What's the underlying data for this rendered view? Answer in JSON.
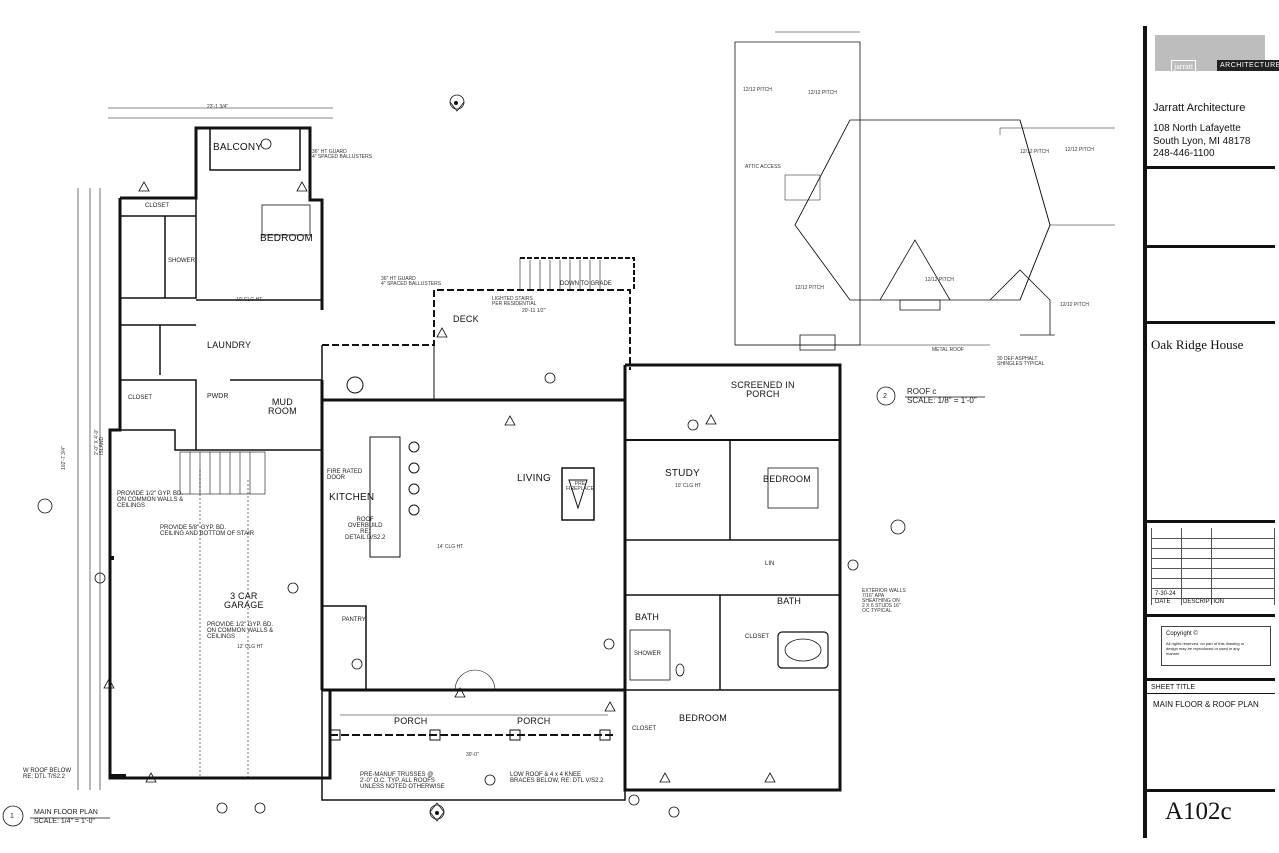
{
  "rooms": {
    "balcony": "BALCONY",
    "bedroom_top": "BEDROOM",
    "closet_top": "CLOSET",
    "shower_top": "SHOWER",
    "laundry": "LAUNDRY",
    "pwdr": "PWDR",
    "mud_room": "MUD\nROOM",
    "closet_left": "CLOSET",
    "deck": "DECK",
    "kitchen": "KITCHEN",
    "living": "LIVING",
    "study": "STUDY",
    "screened_porch": "SCREENED IN\nPORCH",
    "bedroom_right": "BEDROOM",
    "bath_left": "BATH",
    "bath_right": "BATH",
    "shower_mid": "SHOWER",
    "closet_right": "CLOSET",
    "bedroom_bottom": "BEDROOM",
    "closet_bottom": "CLOSET",
    "garage": "3 CAR\nGARAGE",
    "pantry": "PANTRY",
    "porch_left": "PORCH",
    "porch_right": "PORCH",
    "lin": "LIN",
    "island": "2'-0\" X 4'-0\"\nISLAND"
  },
  "notes": {
    "gyp_common": "PROVIDE 1/2\" GYP. BD.\nON COMMON WALLS &\nCEILINGS",
    "gyp_stair": "PROVIDE 5/8\" GYP. BD.\nCEILING AND BOTTOM OF STAIR",
    "gyp_garage": "PROVIDE 1/2\" GYP. BD.\nON COMMON WALLS &\nCEILINGS",
    "fire_door": "FIRE RATED\nDOOR",
    "roof_overbuild": "ROOF\nOVERBUILD\nRE:\nDETAIL D/S2.2",
    "down_to_grade": "DOWN TO GRADE",
    "trusses": "PRE-MANUF TRUSSES @\n2'-0\" O.C. TYP. ALL ROOFS\nUNLESS NOTED OTHERWISE",
    "low_roof": "LOW ROOF & 4 x 4 KNEE\nBRACES BELOW, RE: DTL V/S2.2",
    "new_roof_below": "W ROOF BELOW\nRE: DTL T/S2.2",
    "ext_walls": "EXTERIOR WALLS\n7/16\" APA\nSHEATHING ON\n2 X 6 STUDS 16\"\nOC TYPICAL",
    "metal_roof": "METAL ROOF",
    "asphalt": "30 DEF ASPHALT\nSHINGLES TYPICAL",
    "attic_access": "ATTIC ACCESS",
    "pitch": "12/12 PITCH",
    "clg_ht_10": "10' CLG HT",
    "clg_ht_12": "12' CLG HT",
    "clg_ht_14": "14' CLG HT",
    "lighted_stairs": "LIGHTED STAIRS\nPER RESIDENTIAL",
    "deck_dim": "20'-11 1/2\"",
    "overall_dim": "23'-1 3/4\"",
    "height_note": "36\" HT GUARD\n4\" SPACED BALLUSTERS",
    "overall_side": "102'-7 3/4\"",
    "bottom_dim": "30'-0\"",
    "fireplace": "PRE\nFIREPLACE"
  },
  "plan_titles": {
    "main_num": "1",
    "main_title": "MAIN FLOOR PLAN",
    "main_scale": "SCALE: 1/4\"  =  1'-0\"",
    "roof_num": "2",
    "roof_title": "ROOF c",
    "roof_scale": "SCALE: 1/8\"  =  1'-0\""
  },
  "title_block": {
    "logo_name": "jarratt",
    "logo_arch": "ARCHITECTURE",
    "firm": "Jarratt Architecture",
    "address1": "108 North Lafayette",
    "address2": "South Lyon, MI 48178",
    "phone": "248-446-1100",
    "project": "Oak Ridge House",
    "rev_date": "7-30-24",
    "rev_col_date": "DATE",
    "rev_col_desc": "DESCRIPTION",
    "copyright_title": "Copyright ©",
    "copyright_text": "All rights reserved, no part of this drawing or design may be reproduced or used in any manner",
    "sheet_title_label": "SHEET  TITLE",
    "sheet_title": "MAIN FLOOR & ROOF PLAN",
    "sheet_number": "A102c"
  }
}
